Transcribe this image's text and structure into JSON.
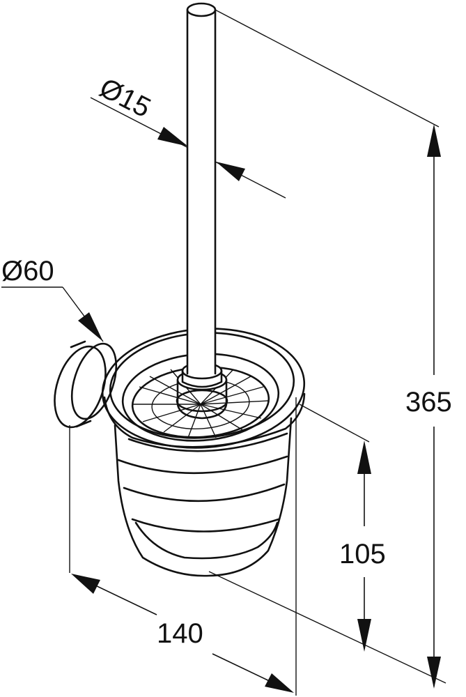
{
  "dimensions": {
    "brush_diameter": "Ø15",
    "holder_diameter": "Ø60",
    "overall_height": "365",
    "container_height": "105",
    "depth": "140"
  },
  "colors": {
    "line": "#111111",
    "background": "#ffffff"
  }
}
